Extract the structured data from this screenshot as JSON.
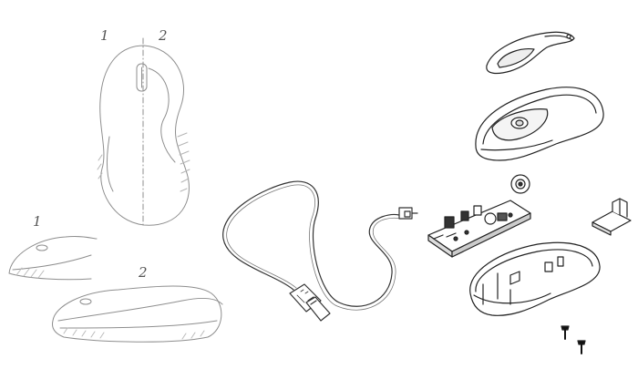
{
  "labels": {
    "top_view_part_1": "1",
    "top_view_part_2": "2",
    "side_view_1": "1",
    "side_view_2": "2"
  },
  "colors": {
    "paper": "#ffffff",
    "pencil": "#8a8a8a",
    "ink": "#222222",
    "shade": "#cfcfcf"
  }
}
